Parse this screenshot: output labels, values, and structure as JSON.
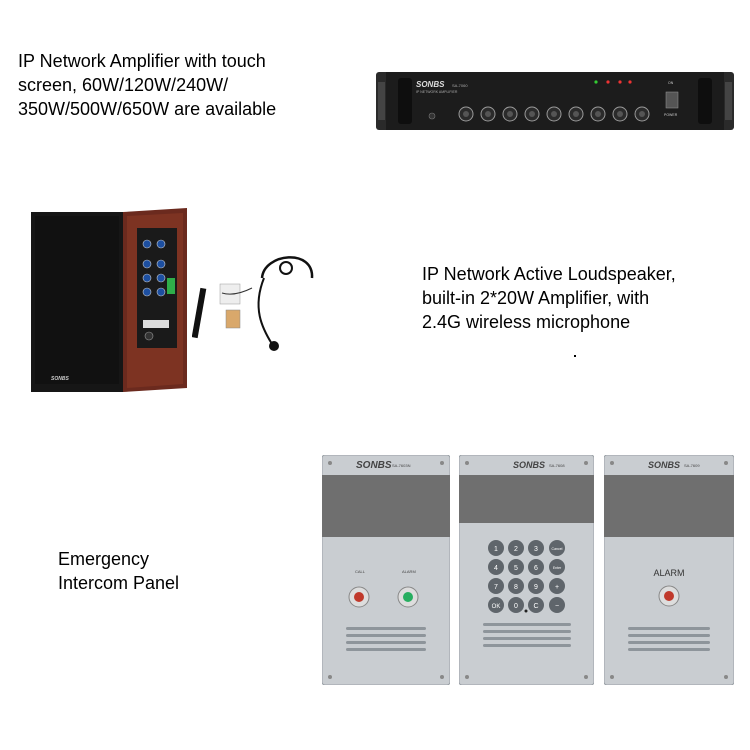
{
  "captions": {
    "amplifier": [
      "IP Network Amplifier with touch",
      "screen, 60W/120W/240W/",
      "350W/500W/650W are available"
    ],
    "speaker": [
      "IP Network Active Loudspeaker,",
      "built-in 2*20W Amplifier, with",
      "2.4G wireless microphone"
    ],
    "panel": [
      "Emergency",
      "Intercom Panel"
    ]
  },
  "amplifier": {
    "brand": "SONBS",
    "model": "SA-7060",
    "subtitle": "IP NETWORK AMPLIFIER",
    "power_label": "POWER",
    "on_label": "ON"
  },
  "speaker": {
    "brand": "SONBS"
  },
  "panels": [
    {
      "brand": "SONBS",
      "model": "SA-7603N",
      "buttons": [
        "CALL",
        "ALARM"
      ]
    },
    {
      "brand": "SONBS",
      "model": "SA-7608",
      "keys": [
        "1",
        "2",
        "3",
        "Cancel",
        "4",
        "5",
        "6",
        "Enter",
        "7",
        "8",
        "9",
        "+",
        "OK",
        "0",
        "C",
        "−"
      ]
    },
    {
      "brand": "SONBS",
      "model": "SA-7609",
      "alarm_label": "ALARM"
    }
  ],
  "colors": {
    "panel_top": "#6f6f6f",
    "panel_body": "#c9cdd1",
    "amp_body": "#1c1c1c",
    "speaker_wood": "#6b2a1e"
  }
}
